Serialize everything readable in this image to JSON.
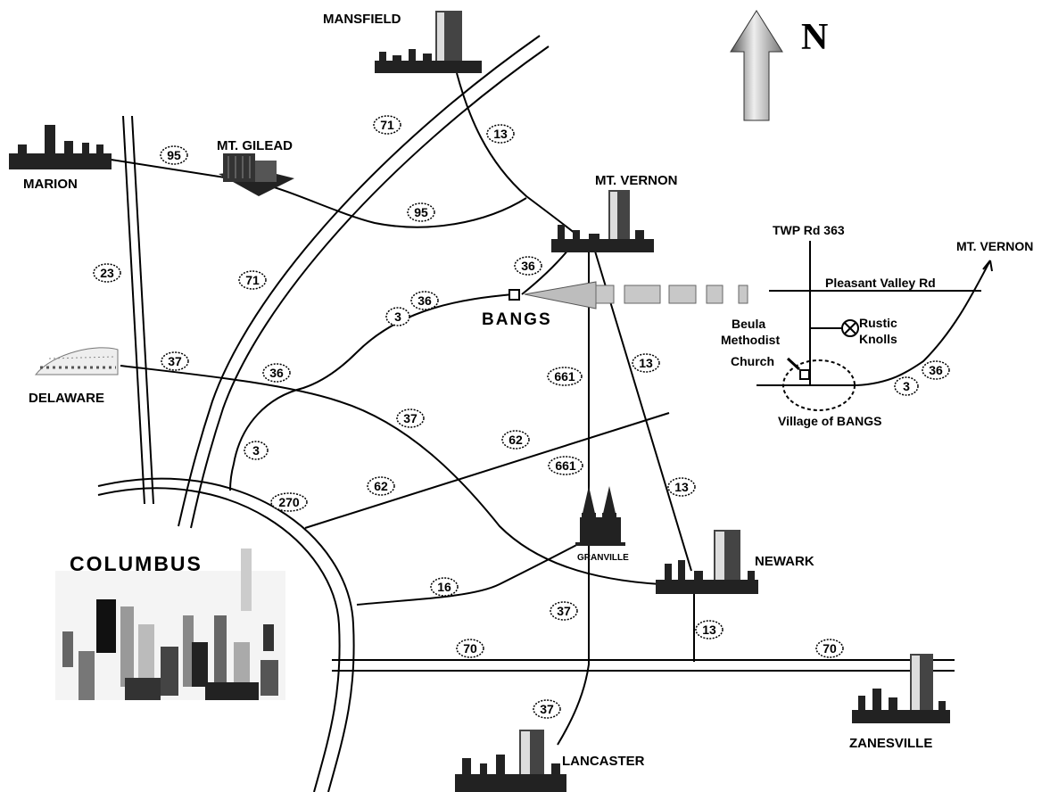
{
  "compass": {
    "letter": "N"
  },
  "cities": {
    "mansfield": "MANSFIELD",
    "marion": "MARION",
    "mt_gilead": "MT. GILEAD",
    "mt_vernon": "MT. VERNON",
    "bangs": "BANGS",
    "delaware": "DELAWARE",
    "columbus": "COLUMBUS",
    "granville": "GRANVILLE",
    "newark": "NEWARK",
    "lancaster": "LANCASTER",
    "zanesville": "ZANESVILLE"
  },
  "inset": {
    "twp_rd": "TWP Rd 363",
    "mt_vernon": "MT. VERNON",
    "pleasant_valley": "Pleasant Valley Rd",
    "church_line1": "Beula",
    "church_line2": "Methodist",
    "church_line3": "Church",
    "rustic_line1": "Rustic",
    "rustic_line2": "Knolls",
    "village": "Village of BANGS"
  },
  "route_labels": {
    "r95a": "95",
    "r95b": "95",
    "r71a": "71",
    "r71b": "71",
    "r13a": "13",
    "r13b": "13",
    "r13c": "13",
    "r13d": "13",
    "r23": "23",
    "r36a": "36",
    "r36b": "36",
    "r36c": "36",
    "r36d": "36",
    "r3a": "3",
    "r3b": "3",
    "r3c": "3",
    "r37a": "37",
    "r37b": "37",
    "r37c": "37",
    "r37d": "37",
    "r661a": "661",
    "r661b": "661",
    "r62a": "62",
    "r62b": "62",
    "r270": "270",
    "r16": "16",
    "r70a": "70",
    "r70b": "70"
  }
}
